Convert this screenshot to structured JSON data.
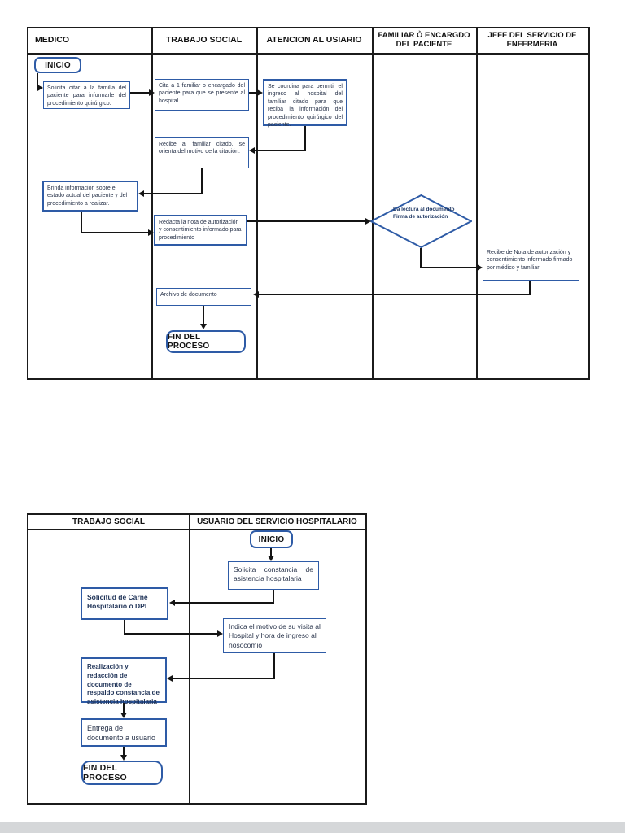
{
  "page": {
    "background": "#ffffff",
    "footer_strip_color": "#d5d7d9"
  },
  "colors": {
    "box_border": "#2e5ba6",
    "table_border": "#1b1b1b",
    "arrow": "#141414",
    "diamond_text": "#1f3864"
  },
  "chart1": {
    "headers": [
      "MEDICO",
      "TRABAJO SOCIAL",
      "ATENCION AL USIARIO",
      "FAMILIAR Ò ENCARGDO DEL PACIENTE",
      "JEFE DEL SERVICIO DE ENFERMERIA"
    ],
    "nodes": {
      "inicio": "INICIO",
      "medico_solicita": "Solicita citar a la familia del paciente para informarle del procedimiento quirúrgico.",
      "ts_cita": "Cita a 1 familiar o encargado del paciente para que se presente al hospital.",
      "au_coordina": "Se coordina para permitir el ingreso al hospital del familiar citado para que reciba la información del procedimiento quirúrgico del paciente.",
      "ts_recibe": "Recibe al familiar citado, se orienta del motivo de la citación.",
      "medico_brinda": "Brinda información sobre el estado actual del paciente y del procedimiento a realizar.",
      "ts_redacta": "Redacta la nota de autorización y consentimiento informado para procedimiento",
      "diamond_line1": "Da lectura al documento",
      "diamond_line2": "Firma de autorización",
      "jefe_recibe": "Recibe de Nota de autorización y consentimiento informado firmado por médico y familiar",
      "ts_archivo": "Archivo de documento",
      "fin": "FIN DEL PROCESO"
    }
  },
  "chart2": {
    "headers": [
      "TRABAJO SOCIAL",
      "USUARIO DEL SERVICIO HOSPITALARIO"
    ],
    "nodes": {
      "inicio": "INICIO",
      "solicita_constancia": "Solicita constancia de asistencia hospitalaria",
      "solicitud_carne": "Solicitud de Carné Hospitalario ó DPI",
      "indica_motivo": "Indica el motivo de su visita al Hospital y hora de ingreso al nosocomio",
      "realizacion": "Realización y redacción de documento de respaldo constancia de asistencia hospitalaria",
      "entrega": "Entrega de documento a usuario",
      "fin": "FIN DEL PROCESO"
    }
  }
}
